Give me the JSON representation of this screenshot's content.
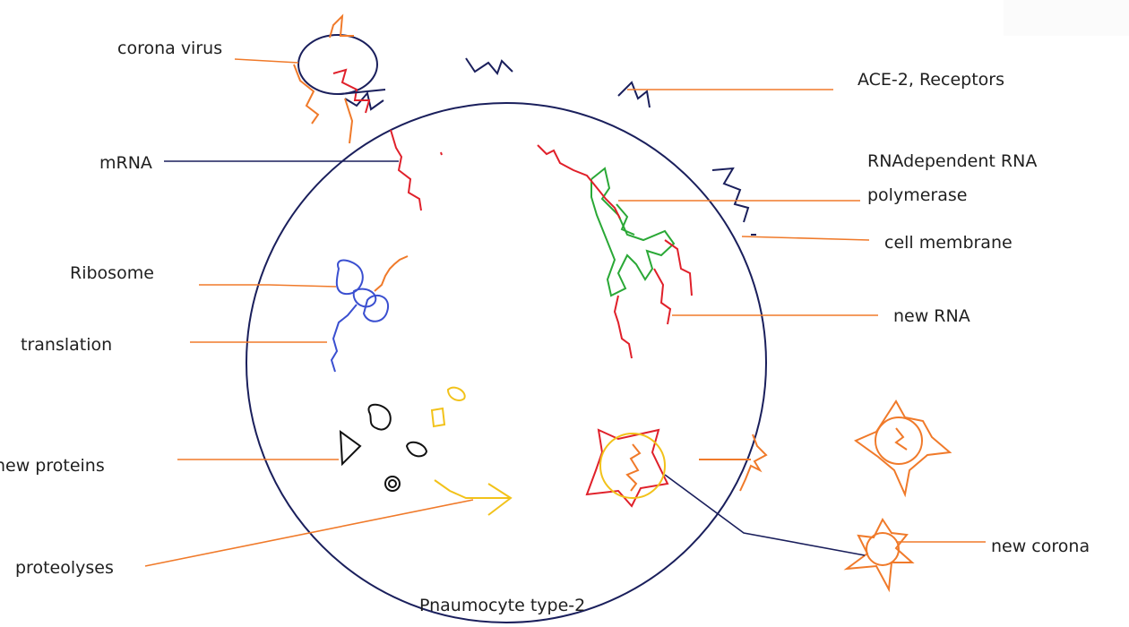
{
  "labels": {
    "corona_virus": "corona virus",
    "ace2_receptors": "ACE-2, Receptors",
    "mrna": "mRNA",
    "rdrp_line1": "RNAdependent RNA",
    "rdrp_line2": "polymerase",
    "cell_membrane": "cell membrane",
    "ribosome": "Ribosome",
    "new_rna": "new RNA",
    "translation": "translation",
    "new_proteins": "new proteins",
    "proteolyses": "proteolyses",
    "cell_name": "Pnaumocyte type-2",
    "new_corona": "new corona"
  },
  "colors": {
    "membrane": "#1a1f5c",
    "leader_orange": "#f07a2a",
    "leader_navy": "#1a1f5c",
    "rna_red": "#e0202a",
    "polymerase_green": "#2aa836",
    "ribosome_blue": "#3a4fd0",
    "protein_black": "#111111",
    "protein_yellow": "#f2c21a",
    "virus_orange": "#f07a2a",
    "text": "#1f1f1f"
  }
}
